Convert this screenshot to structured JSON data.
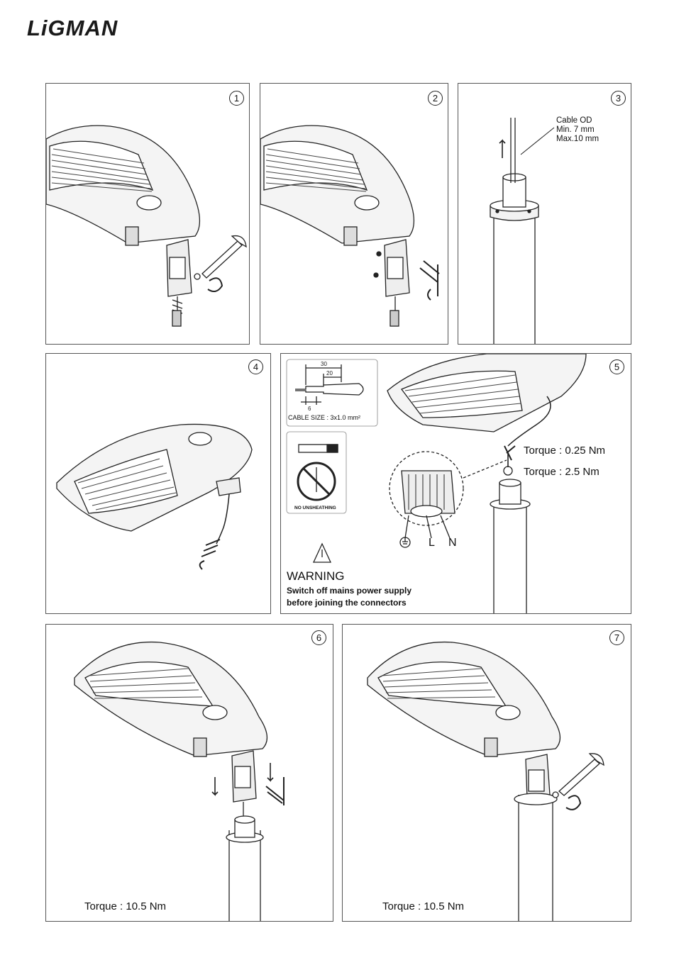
{
  "brand": "LiGMAN",
  "steps": [
    "1",
    "2",
    "3",
    "4",
    "5",
    "6",
    "7"
  ],
  "step3": {
    "cable_od": [
      "Cable OD",
      "Min. 7 mm",
      "Max.10 mm"
    ]
  },
  "step5": {
    "dim_30": "30",
    "dim_20": "20",
    "dim_6": "6",
    "cable_size": "CABLE SIZE : 3x1.0 mm²",
    "no_unsheathing": "NO UNSHEATHING",
    "torque_small": "Torque : 0.25 Nm",
    "torque_large": "Torque : 2.5 Nm",
    "term_l": "L",
    "term_n": "N",
    "warning_title": "WARNING",
    "warning_line1": "Switch off mains power supply",
    "warning_line2": "before joining the connectors"
  },
  "step6": {
    "torque": "Torque : 10.5 Nm"
  },
  "step7": {
    "torque": "Torque : 10.5 Nm"
  }
}
